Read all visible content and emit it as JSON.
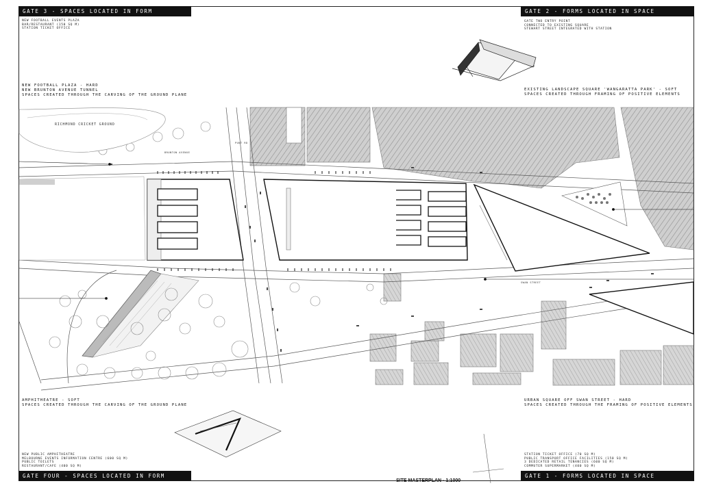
{
  "gate3": {
    "bar": "GATE 3 - SPACES LOCATED IN FORM",
    "notes": [
      "NEW FOOTBALL EVENTS PLAZA",
      "BAR/RESTAURANT (150 SQ M)",
      "STATION TICKET OFFICE"
    ],
    "caption": [
      "NEW FOOTBALL PLAZA - HARD",
      "NEW BRUNTON AVENUE TUNNEL",
      "SPACES CREATED THROUGH THE CARVING OF THE GROUND PLANE"
    ]
  },
  "gate2": {
    "bar": "GATE 2 - FORMS LOCATED IN SPACE",
    "notes": [
      "GATE TWO ENTRY POINT",
      "CONNECTED TO EXISTING SQUARE",
      "STEWART STREET INTEGRATED WITH STATION"
    ],
    "caption": [
      "EXISTING LANDSCAPE SQUARE 'WANGARATTA PARK' - SOFT",
      "SPACES CREATED THROUGH FRAMING OF POSITIVE ELEMENTS"
    ]
  },
  "gate4": {
    "bar": "GATE FOUR - SPACES LOCATED IN FORM",
    "caption": [
      "AMPHITHEATRE - SOFT",
      "SPACES CREATED THROUGH THE CARVING OF THE GROUND PLANE"
    ],
    "notes": [
      "NEW PUBLIC AMPHITHEATRE",
      "MELBOURNE EVENTS INFORMATION CENTRE (600 SQ M)",
      "PUBLIC TOILETS",
      "RESTAURANT/CAFE (400 SQ M)"
    ]
  },
  "gate1": {
    "bar": "GATE 1 - FORMS LOCATED IN SPACE",
    "caption": [
      "URBAN SQUARE OFF SWAN STREET - HARD",
      "SPACES CREATED THROUGH THE FRAMING OF POSITIVE ELEMENTS"
    ],
    "notes": [
      "STATION TICKET OFFICE (70 SQ M)",
      "PUBLIC TRANSPORT OFFICE FACILITIES (150 SQ M)",
      "3 DEDICATED RETAIL TENANCIES (600 SQ M)",
      "COMMUTER SUPERMARKET (400 SQ M)"
    ]
  },
  "map": {
    "richmond": "RICHMOND CRICKET GROUND",
    "brunton": "BRUNTON AVENUE",
    "punt": "PUNT RD",
    "swan": "SWAN STREET"
  },
  "title": "SITE MASTERPLAN - 1:1000"
}
